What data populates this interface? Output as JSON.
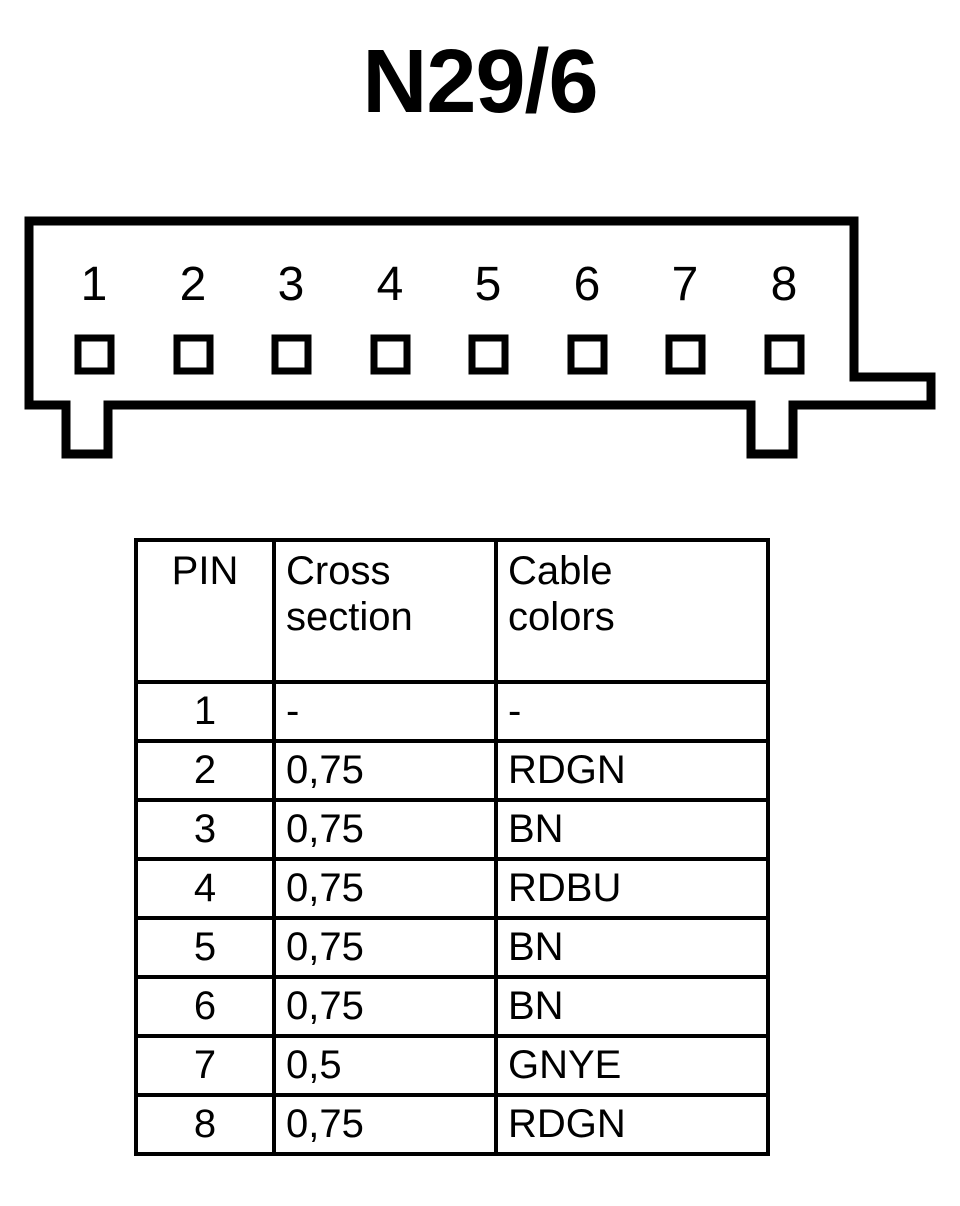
{
  "title": "N29/6",
  "connector": {
    "name": "8-pin-connector-outline",
    "pin_numbers": [
      "1",
      "2",
      "3",
      "4",
      "5",
      "6",
      "7",
      "8"
    ],
    "pin_count": 8,
    "outline_color": "#000000",
    "fill_color": "#ffffff"
  },
  "table": {
    "headers": {
      "pin": "PIN",
      "cross_section_line1": "Cross",
      "cross_section_line2": "section",
      "cable_colors_line1": "Cable",
      "cable_colors_line2": "colors"
    },
    "rows": [
      {
        "pin": "1",
        "cross_section": "-",
        "cable_colors": "-"
      },
      {
        "pin": "2",
        "cross_section": "0,75",
        "cable_colors": "RDGN"
      },
      {
        "pin": "3",
        "cross_section": "0,75",
        "cable_colors": "BN"
      },
      {
        "pin": "4",
        "cross_section": "0,75",
        "cable_colors": "RDBU"
      },
      {
        "pin": "5",
        "cross_section": "0,75",
        "cable_colors": "BN"
      },
      {
        "pin": "6",
        "cross_section": "0,75",
        "cable_colors": "BN"
      },
      {
        "pin": "7",
        "cross_section": "0,5",
        "cable_colors": "GNYE"
      },
      {
        "pin": "8",
        "cross_section": "0,75",
        "cable_colors": "RDGN"
      }
    ]
  }
}
